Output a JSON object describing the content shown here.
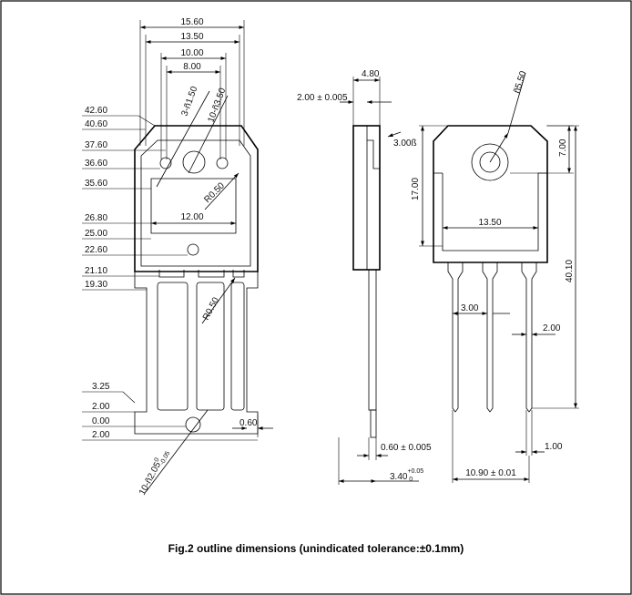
{
  "caption": "Fig.2 outline dimensions (unindicated tolerance:±0.1mm)",
  "front_view": {
    "width_labels": [
      "15.60",
      "13.50",
      "10.00",
      "8.00"
    ],
    "height_labels": [
      "42.60",
      "40.60",
      "37.60",
      "36.60",
      "35.60",
      "26.80",
      "25.00",
      "22.60",
      "21.10",
      "19.30",
      "3.25",
      "2.00",
      "0.00",
      "2.00"
    ],
    "hole_small": "3-ñ1.50",
    "hole_large": "10-ñ3.50",
    "radius_top": "R0.50",
    "inner_width": "12.00",
    "radius_leg": "R0.50",
    "lead_width": "0.60",
    "bottom_hole": "10-ñ2.05",
    "bottom_hole_tol_upper": "0",
    "bottom_hole_tol_lower": "-0.05"
  },
  "side_view": {
    "thickness": "4.80",
    "tab_thickness": "2.00 ± 0.005",
    "step": "3.00ß",
    "lead_thickness": "0.60 ± 0.005",
    "total_depth": "3.40",
    "total_depth_tol_upper": "+0.05",
    "total_depth_tol_lower": "0"
  },
  "back_view": {
    "hole": "ñ5.50",
    "hole_offset": "7.00",
    "body_height": "17.00",
    "inner_width": "13.50",
    "total_height": "40.10",
    "lead_pitch": "3.00",
    "lead_width": "2.00",
    "lead_thickness": "1.00",
    "lead_span": "10.90 ± 0.01"
  }
}
